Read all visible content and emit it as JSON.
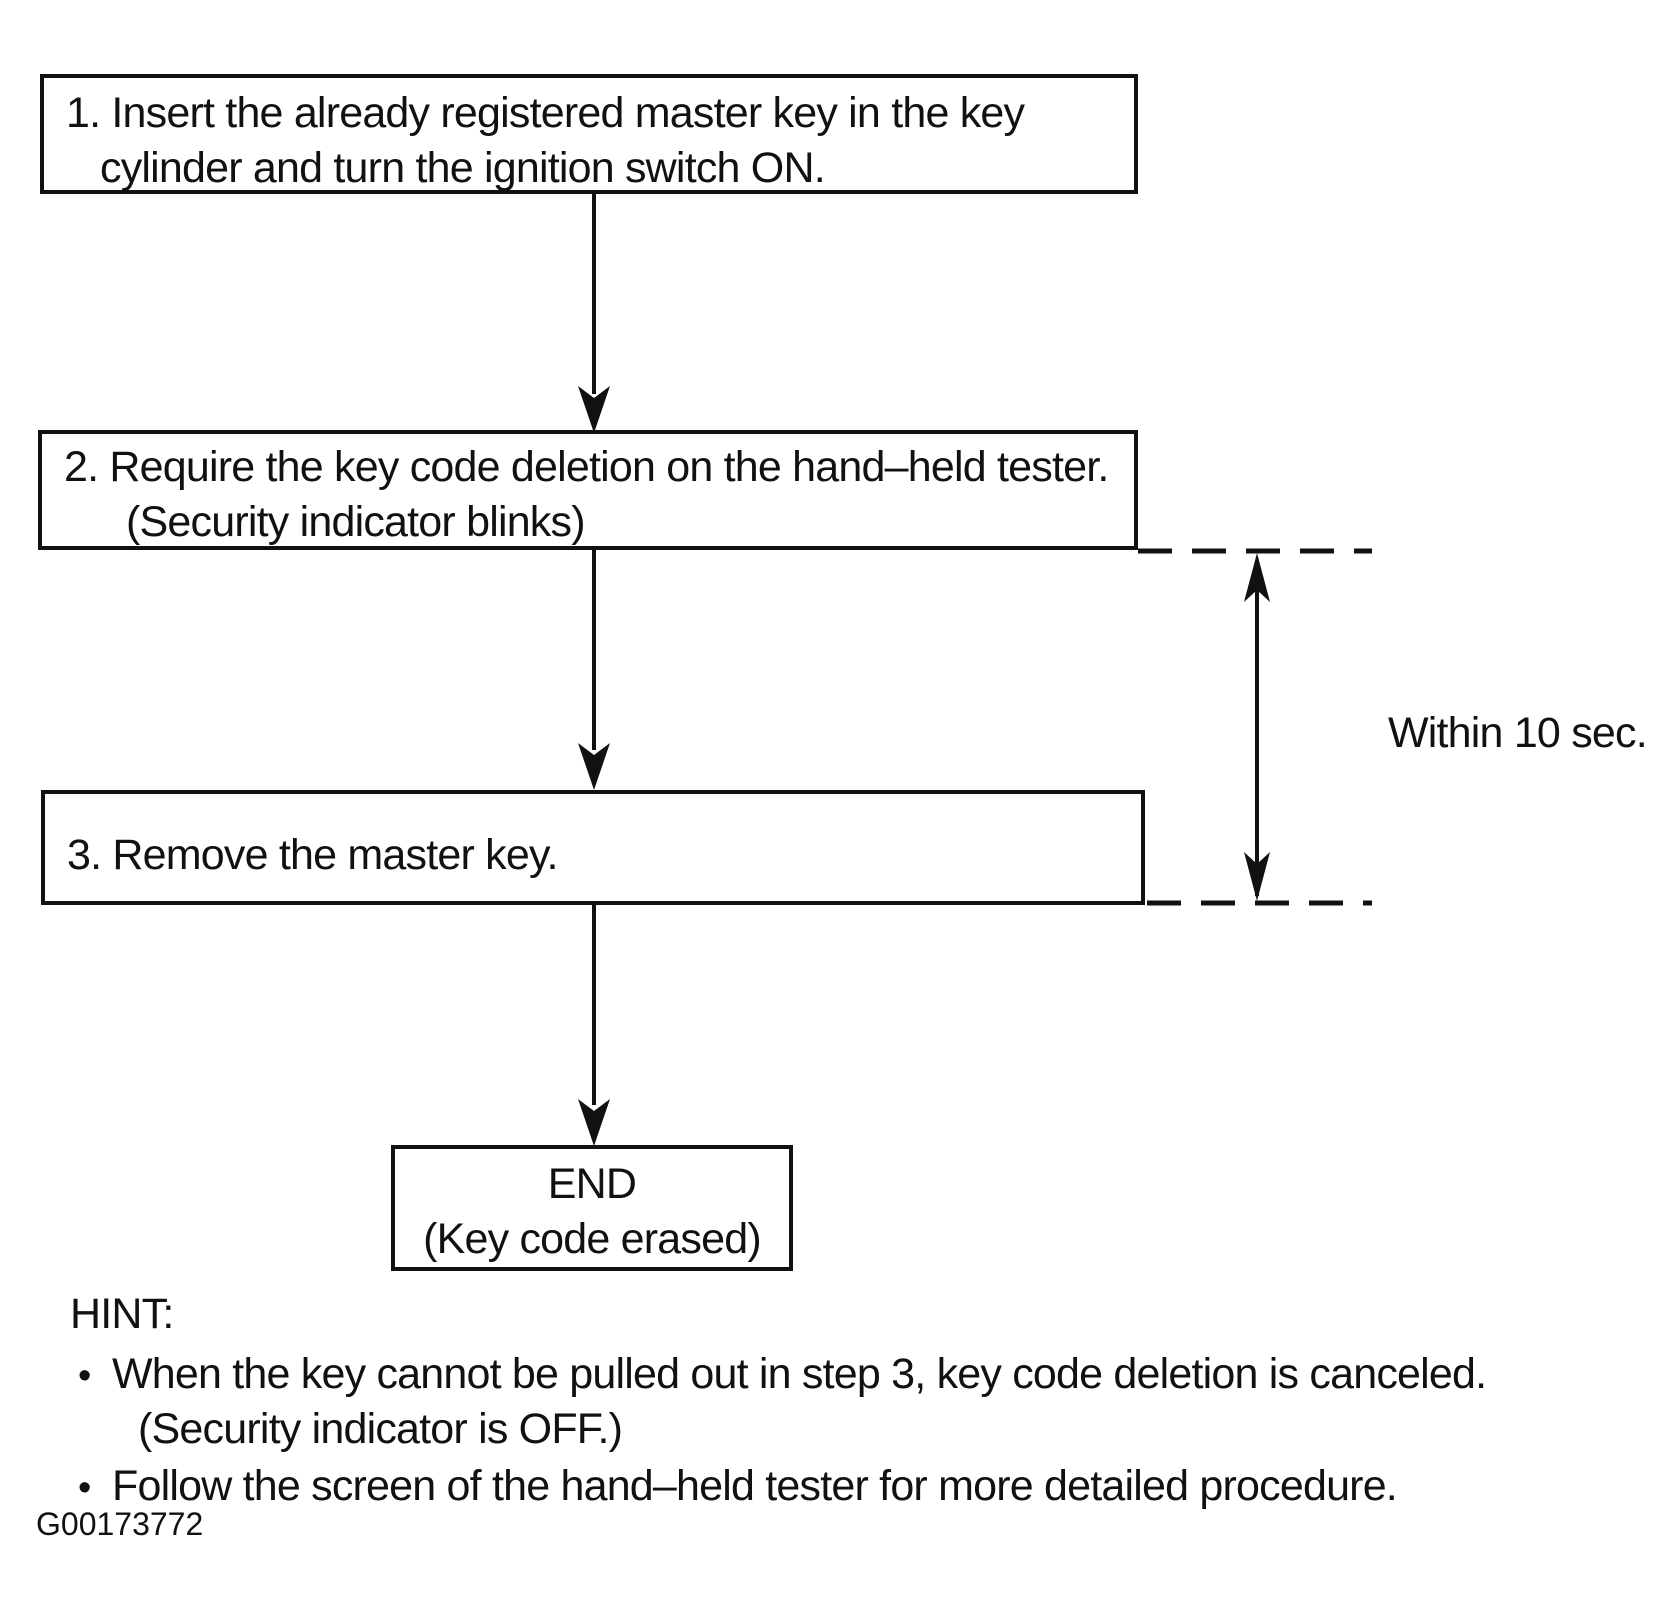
{
  "flowchart": {
    "steps": [
      {
        "line1": "1. Insert the already registered master key in the key",
        "line2": "cylinder and turn the ignition switch ON."
      },
      {
        "line1": "2. Require the key code deletion on the hand–held tester.",
        "line2": "(Security indicator blinks)"
      },
      {
        "line1": "3. Remove the master key."
      }
    ],
    "end_box": {
      "line1": "END",
      "line2": "(Key code erased)"
    },
    "within_label": "Within 10 sec."
  },
  "hint": {
    "title": "HINT:",
    "bullet_char": "•",
    "bullets": [
      {
        "line1": "When the key cannot be pulled out in step 3, key code deletion is canceled.",
        "line2": "(Security indicator is OFF.)"
      },
      {
        "line1": "Follow the screen of the hand–held tester for more detailed procedure."
      }
    ]
  },
  "figure_code": "G00173772",
  "colors": {
    "ink": "#111111",
    "background": "#ffffff"
  }
}
